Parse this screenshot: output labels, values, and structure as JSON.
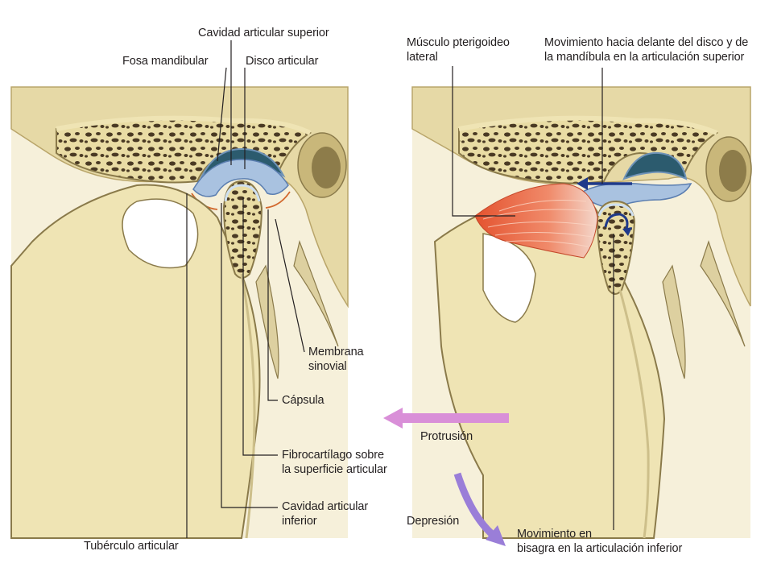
{
  "labels": {
    "cavidad_superior": "Cavidad articular superior",
    "fosa_mandibular": "Fosa mandibular",
    "disco_articular": "Disco articular",
    "musculo_pterigoideo": "Músculo pterigoideo\nlateral",
    "movimiento_delante": "Movimiento hacia delante del disco y de\nla mandíbula en la articulación superior",
    "membrana_sinovial": "Membrana\nsinovial",
    "capsula": "Cápsula",
    "protrusion": "Protrusión",
    "fibrocartilago": "Fibrocartílago sobre\nla superficie articular",
    "cavidad_inferior": "Cavidad articular\ninferior",
    "depresion": "Depresión",
    "movimiento_bisagra": "Movimiento en\nbisagra en la articulación inferior",
    "tuberculo": "Tubérculo articular"
  },
  "colors": {
    "bone": "#efe4b4",
    "bone_dark": "#d9c88c",
    "bone_outline": "#8a7a4a",
    "cavity_teal": "#2c5b6e",
    "disc_blue": "#a9c2e0",
    "muscle": "#e8684a",
    "arrow_pink": "#d98fd8",
    "arrow_purple": "#9a7ed8",
    "arrow_navy": "#1f3a8a"
  }
}
